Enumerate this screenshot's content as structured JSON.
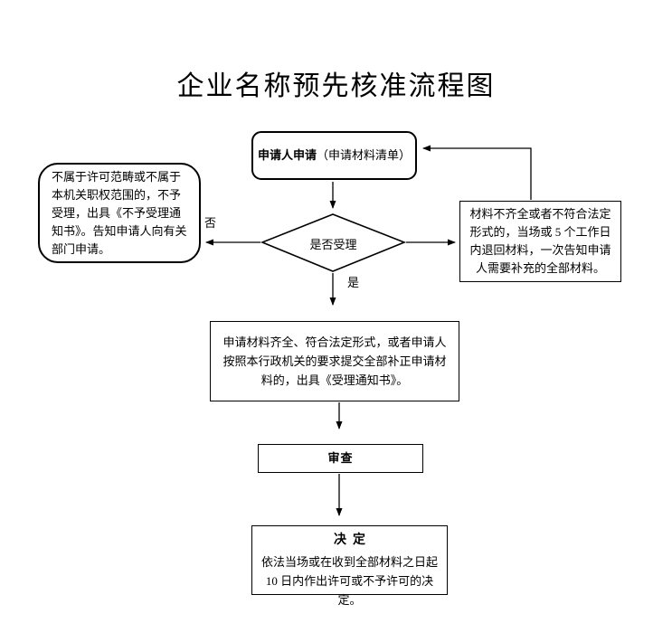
{
  "page": {
    "title": "企业名称预先核准流程图"
  },
  "colors": {
    "background": "#ffffff",
    "line": "#000000",
    "text": "#000000"
  },
  "nodes": {
    "start": {
      "label_bold": "申请人申请",
      "label_note": "（申请材料清单）"
    },
    "reject": {
      "text": "不属于许可范畴或不属于本机关职权范围的，不予受理，出具《不予受理通知书》。告知申请人向有关部门申请。"
    },
    "decision": {
      "label": "是否受理"
    },
    "incomplete": {
      "text": "材料不齐全或者不符合法定形式的，当场或 5 个工作日内退回材料，一次告知申请人需要补充的全部材料。"
    },
    "accept": {
      "text": "申请材料齐全、符合法定形式，或者申请人按照本行政机关的要求提交全部补正申请材料的，出具《受理通知书》。"
    },
    "review": {
      "label": "审查"
    },
    "decide": {
      "title": "决  定",
      "text": "依法当场或在收到全部材料之日起 10 日内作出许可或不予许可的决定。"
    }
  },
  "edge_labels": {
    "no": "否",
    "yes": "是"
  }
}
